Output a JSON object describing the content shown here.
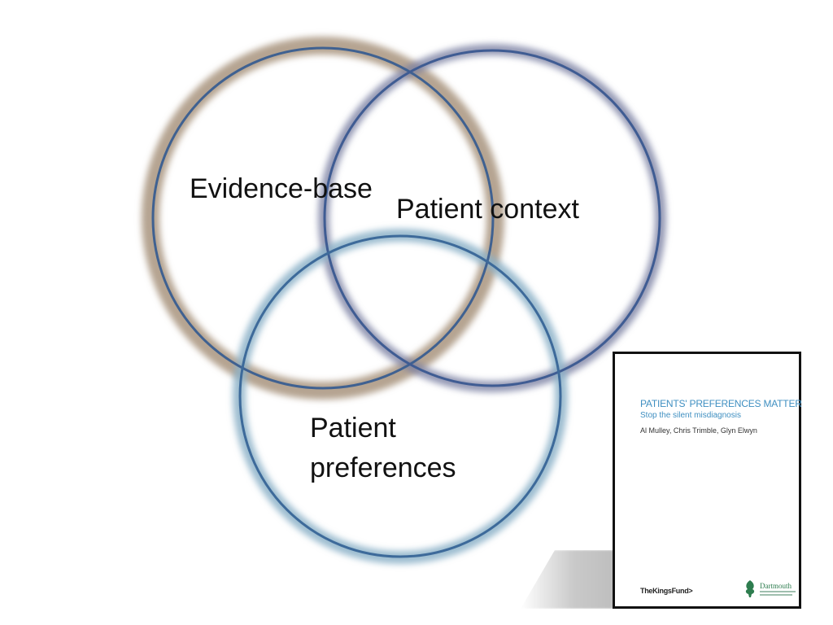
{
  "diagram": {
    "type": "venn",
    "circles": [
      {
        "id": "evidence",
        "label": "Evidence-base",
        "glow_color": "#a8947e",
        "stroke_color": "#3f6191"
      },
      {
        "id": "context",
        "label": "Patient context",
        "glow_color": "#7b7fa3",
        "stroke_color": "#3f5c93"
      },
      {
        "id": "preferences",
        "label_lines": [
          "Patient",
          "preferences"
        ],
        "glow_color": "#8cb2c8",
        "stroke_color": "#3d6a9a"
      }
    ]
  },
  "book": {
    "title": "PATIENTS' PREFERENCES MATTER",
    "subtitle": "Stop the silent misdiagnosis",
    "authors": "Al Mulley, Chris Trimble, Glyn Elwyn",
    "publisher": "TheKingsFund>",
    "logo_text": "Dartmouth",
    "accent_color": "#3f8fc1"
  }
}
